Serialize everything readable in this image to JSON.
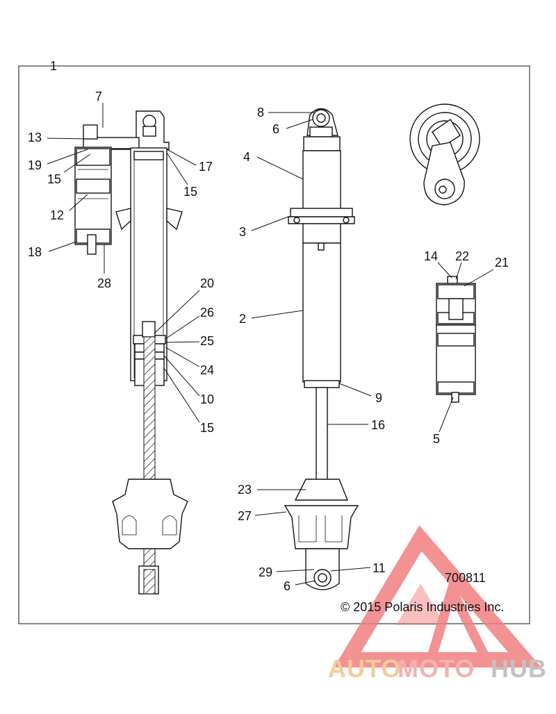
{
  "diagram": {
    "part_number": "700811",
    "copyright": "© 2015 Polaris Industries Inc.",
    "callouts": [
      "1",
      "7",
      "13",
      "19",
      "15",
      "17",
      "15",
      "12",
      "18",
      "28",
      "20",
      "26",
      "25",
      "24",
      "10",
      "15",
      "8",
      "6",
      "4",
      "3",
      "2",
      "9",
      "16",
      "23",
      "27",
      "29",
      "11",
      "6",
      "14",
      "22",
      "21",
      "5"
    ]
  },
  "watermark": {
    "brand_part1": "AUTO",
    "brand_part2": "MOTO",
    "brand_part3": "HUB",
    "colors": {
      "auto": "#f6c08a",
      "moto": "#f3a4a4",
      "hub": "#b9b9b9",
      "triangle": "#f08080"
    }
  }
}
